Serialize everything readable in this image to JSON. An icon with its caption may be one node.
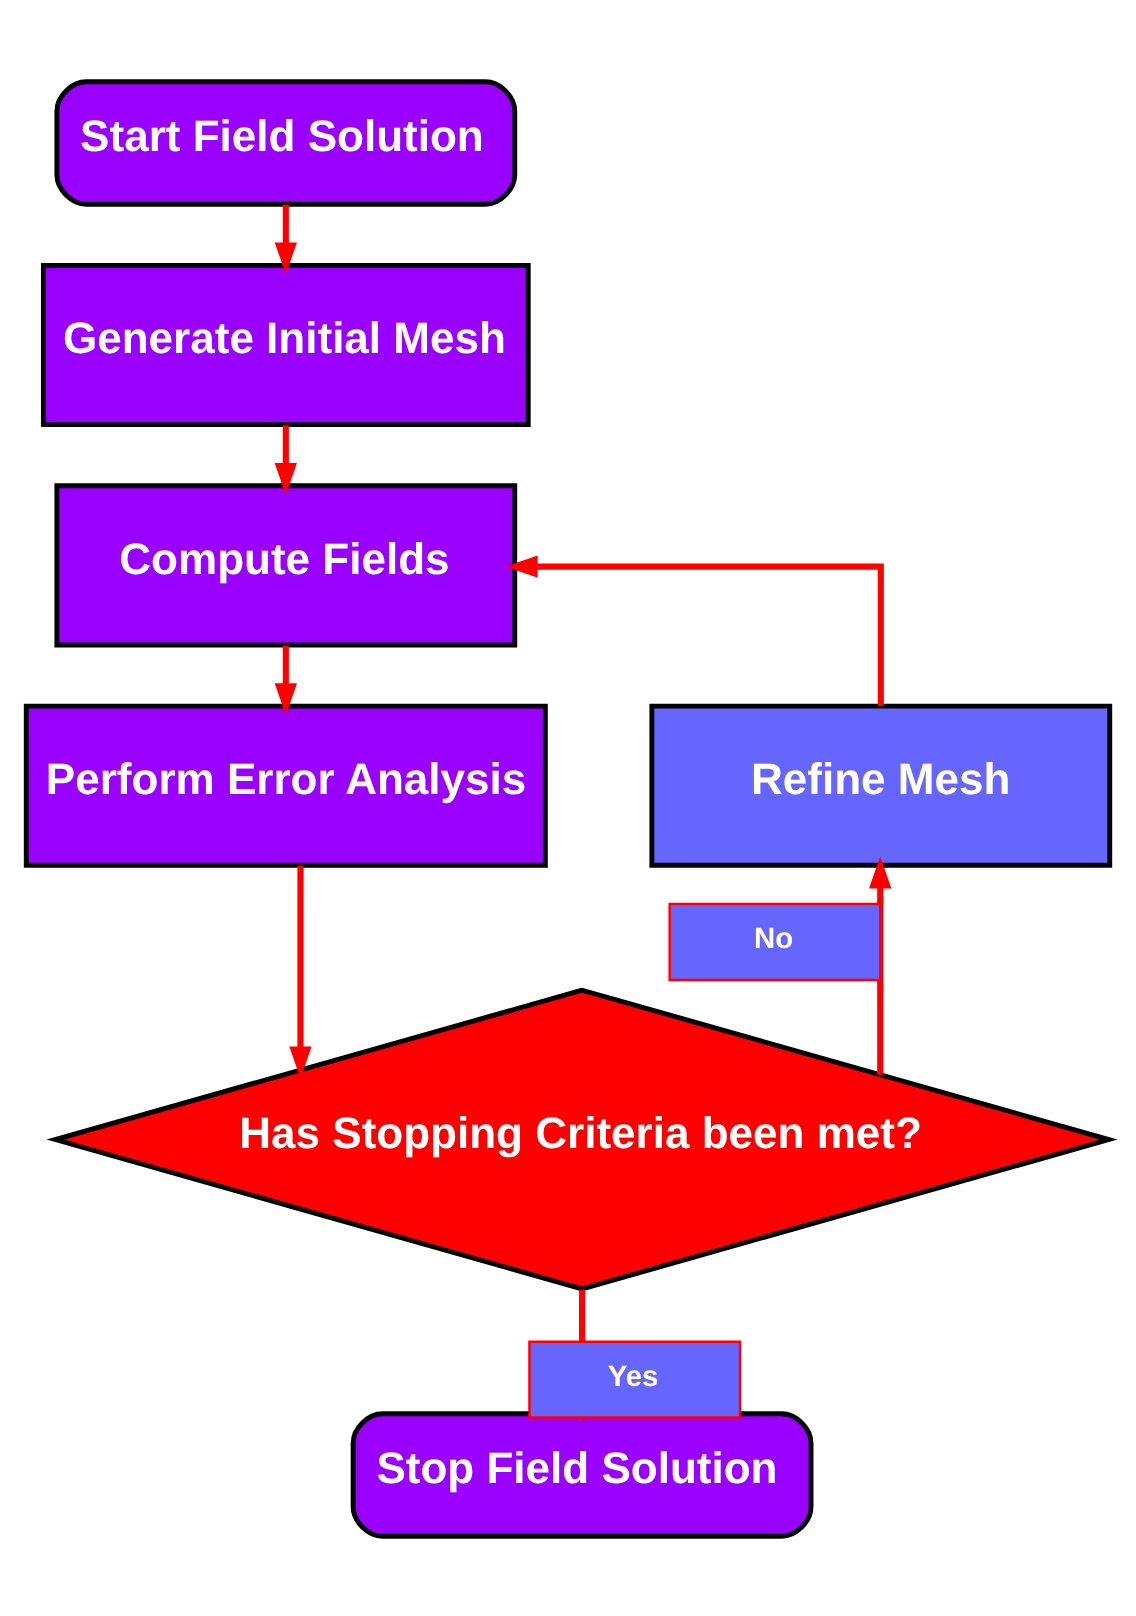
{
  "diagram": {
    "nodes": [
      {
        "text": [
          "Start Field Solution"
        ]
      },
      {
        "text": [
          "Generate Initial Mesh"
        ]
      },
      {
        "text": [
          "Compute Fields"
        ]
      },
      {
        "text": [
          "Perform Error Analysis"
        ]
      },
      {
        "text": [
          "Refine Mesh"
        ]
      },
      {
        "text": [
          "Has Stopping Criteria been met?"
        ]
      },
      {
        "text": [
          "Stop Field Solution"
        ]
      }
    ],
    "edges": [
      {
        "from": 0,
        "to": 1,
        "arrow": "to"
      },
      {
        "from": 1,
        "to": 2,
        "arrow": "to"
      },
      {
        "from": 2,
        "to": 3,
        "arrow": "to"
      },
      {
        "from": 3,
        "to": 5,
        "arrow": "to"
      },
      {
        "from": 5,
        "to": 4,
        "arrow": "to",
        "label": "No"
      },
      {
        "from": 4,
        "to": 2,
        "arrow": "to"
      },
      {
        "from": 5,
        "to": 6,
        "arrow": "to",
        "label": "Yes"
      }
    ]
  }
}
